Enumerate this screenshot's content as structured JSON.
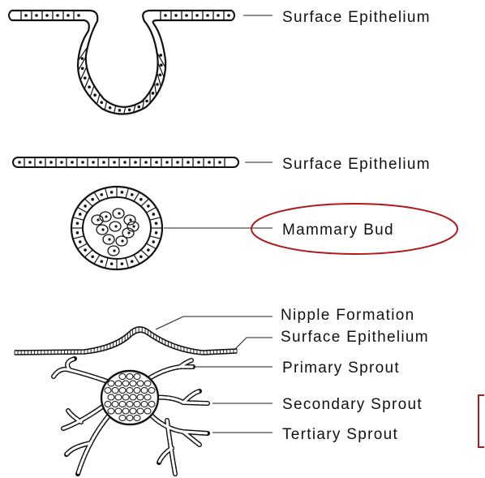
{
  "colors": {
    "ink": "#111111",
    "highlight": "#b01a1a",
    "background": "#ffffff"
  },
  "panel_top": {
    "label": "Surface Epithelium"
  },
  "panel_middle": {
    "labels": {
      "surface": "Surface Epithelium",
      "bud": "Mammary Bud"
    },
    "highlighted": "Mammary Bud"
  },
  "panel_bottom": {
    "labels": {
      "nipple": "Nipple Formation",
      "surface": "Surface Epithelium",
      "primary": "Primary Sprout",
      "secondary": "Secondary Sprout",
      "tertiary": "Tertiary Sprout"
    },
    "bracketed": [
      "Secondary Sprout",
      "Tertiary Sprout"
    ]
  }
}
